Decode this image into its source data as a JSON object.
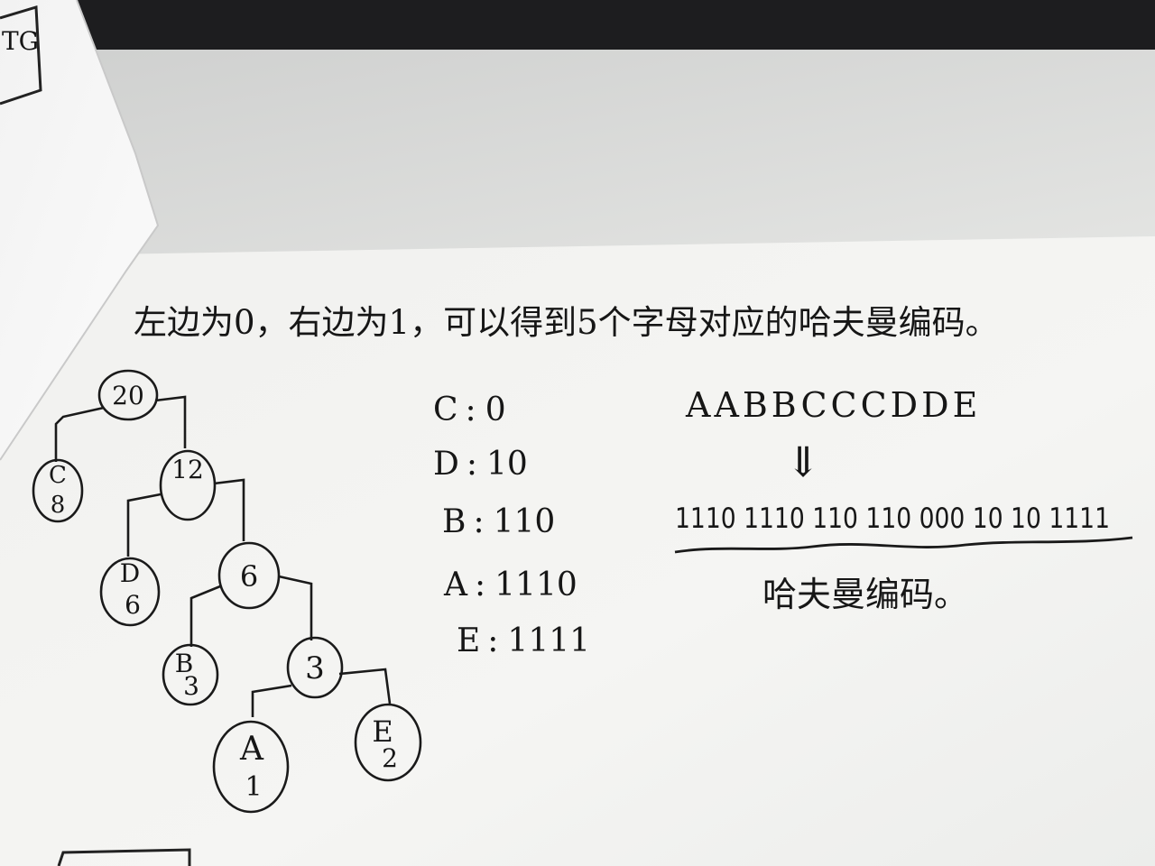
{
  "note": {
    "heading": "左边为0，右边为1，可以得到5个字母对应的哈夫曼编码。",
    "tree_nodes": [
      {
        "label": "20",
        "weight": ""
      },
      {
        "label": "C",
        "weight": "8"
      },
      {
        "label": "12",
        "weight": ""
      },
      {
        "label": "D",
        "weight": "6"
      },
      {
        "label": "6",
        "weight": ""
      },
      {
        "label": "B",
        "weight": "3"
      },
      {
        "label": "3",
        "weight": ""
      },
      {
        "label": "A",
        "weight": "1"
      },
      {
        "label": "E",
        "weight": "2"
      }
    ],
    "codes": [
      {
        "key": "C",
        "value": "0"
      },
      {
        "key": "D",
        "value": "10"
      },
      {
        "key": "B",
        "value": "110"
      },
      {
        "key": "A",
        "value": "1110"
      },
      {
        "key": "E",
        "value": "1111"
      }
    ],
    "input_string": "AABBCCCDDE",
    "arrow_glyph": "⇓",
    "encoded": "1110 1110 110 110 000 10 10 1111",
    "encoded_caption": "哈夫曼编码。"
  }
}
